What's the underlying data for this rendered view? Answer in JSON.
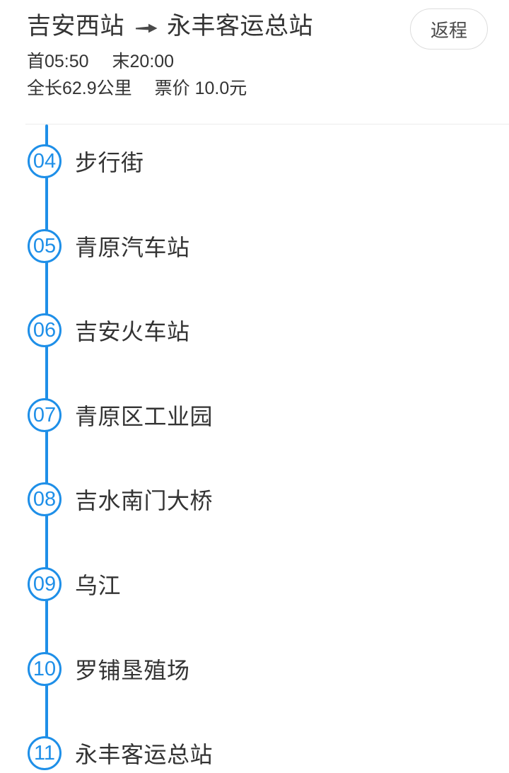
{
  "header": {
    "route_from": "吉安西站",
    "route_to": "永丰客运总站",
    "direction_arrow_icon": "right-arrow",
    "first_bus_label": "首05:50",
    "last_bus_label": "末20:00",
    "distance_label": "全长62.9公里",
    "fare_label": "票价 10.0元",
    "return_button_label": "返程"
  },
  "colors": {
    "accent_blue": "#1e8fe8",
    "text_dark": "#333333",
    "button_border": "#dddddd",
    "divider": "#ececec",
    "arrow_gray": "#4a4a4a"
  },
  "stops": [
    {
      "number": "04",
      "name": "步行街"
    },
    {
      "number": "05",
      "name": "青原汽车站"
    },
    {
      "number": "06",
      "name": "吉安火车站"
    },
    {
      "number": "07",
      "name": "青原区工业园"
    },
    {
      "number": "08",
      "name": "吉水南门大桥"
    },
    {
      "number": "09",
      "name": "乌江"
    },
    {
      "number": "10",
      "name": "罗铺垦殖场"
    },
    {
      "number": "11",
      "name": "永丰客运总站"
    }
  ]
}
